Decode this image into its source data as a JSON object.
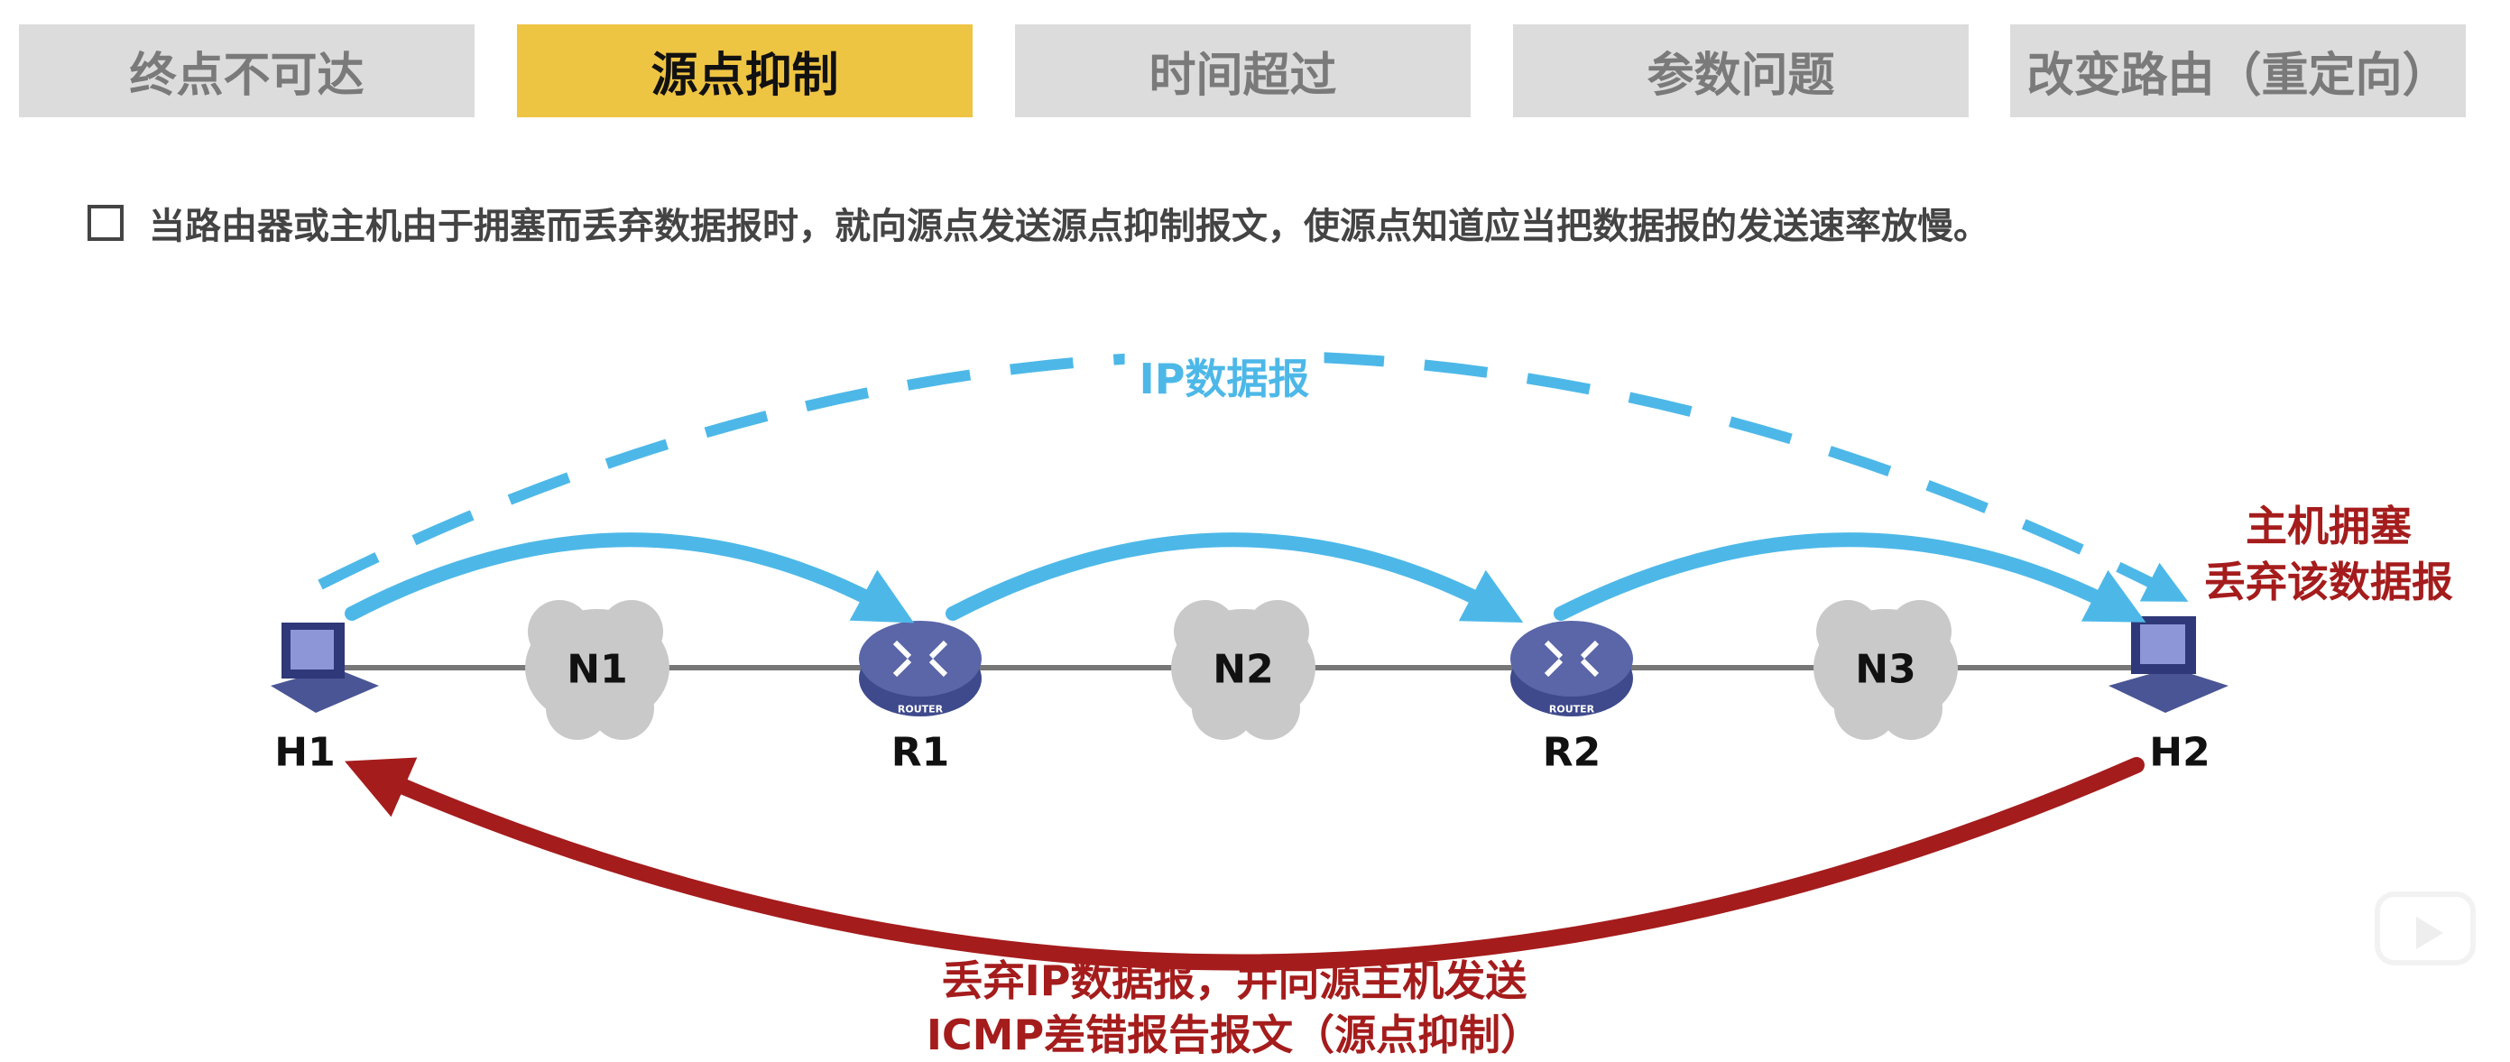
{
  "tabs": [
    {
      "label": "终点不可达",
      "active": false
    },
    {
      "label": "源点抑制",
      "active": true
    },
    {
      "label": "时间超过",
      "active": false
    },
    {
      "label": "参数问题",
      "active": false
    },
    {
      "label": "改变路由（重定向）",
      "active": false
    }
  ],
  "description": "当路由器或主机由于拥塞而丢弃数据报时，就向源点发送源点抑制报文，使源点知道应当把数据报的发送速率放慢。",
  "diagram": {
    "hosts": [
      "H1",
      "H2"
    ],
    "routers": [
      "R1",
      "R2"
    ],
    "router_caption": "ROUTER",
    "networks": [
      "N1",
      "N2",
      "N3"
    ],
    "ip_label": "IP数据报",
    "congestion_note": [
      "主机拥塞",
      "丢弃该数据报"
    ],
    "icmp_note": [
      "丢弃IP数据报，并向源主机发送",
      "ICMP差错报告报文（源点抑制）"
    ]
  },
  "colors": {
    "blue": "#4db8e8",
    "red": "#a51c1c",
    "active_tab": "#eec443",
    "device": "#3f4a8c"
  }
}
